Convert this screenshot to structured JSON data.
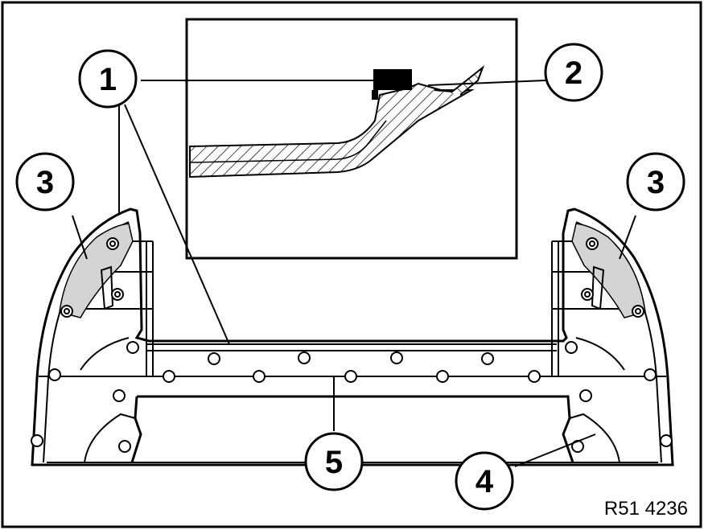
{
  "figure": {
    "reference_code": "R51 4236",
    "callouts": [
      "1",
      "2",
      "3",
      "3",
      "4",
      "5"
    ],
    "colors": {
      "line": "#000000",
      "background": "#ffffff",
      "shading": "#d4d4d4"
    }
  }
}
